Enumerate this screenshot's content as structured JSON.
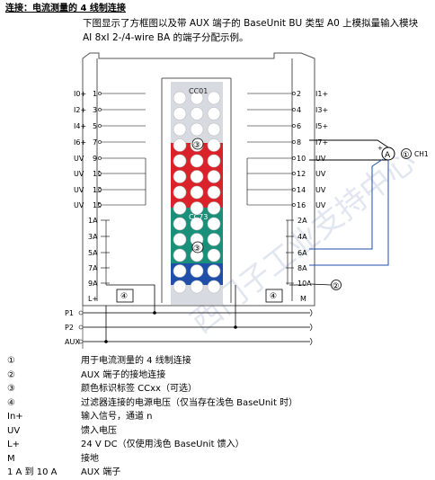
{
  "heading": "连接：电流测量的 4 线制连接",
  "intro": "下图显示了方框图以及带 AUX 端子的 BaseUnit BU 类型 A0 上模拟量输入模块 AI 8xI 2-/4-wire BA 的端子分配示例。",
  "diagram": {
    "left_terminals": [
      {
        "label": "I0+",
        "num": "1"
      },
      {
        "label": "I2+",
        "num": "3"
      },
      {
        "label": "I4+",
        "num": "5"
      },
      {
        "label": "I6+",
        "num": "7"
      },
      {
        "label": "UV",
        "num": "9"
      },
      {
        "label": "UV",
        "num": "11"
      },
      {
        "label": "UV",
        "num": "13"
      },
      {
        "label": "UV",
        "num": "15"
      }
    ],
    "right_terminals": [
      {
        "label": "I1+",
        "num": "2"
      },
      {
        "label": "I3+",
        "num": "4"
      },
      {
        "label": "I5+",
        "num": "6"
      },
      {
        "label": "I7+",
        "num": "8"
      },
      {
        "label": "UV",
        "num": "10"
      },
      {
        "label": "UV",
        "num": "12"
      },
      {
        "label": "UV",
        "num": "14"
      },
      {
        "label": "UV",
        "num": "16"
      }
    ],
    "left_aux": [
      "1A",
      "3A",
      "5A",
      "7A",
      "9A"
    ],
    "right_aux": [
      "2A",
      "4A",
      "6A",
      "8A",
      "10A"
    ],
    "left_lplus": "L+",
    "right_m": "M",
    "rails": [
      "P1",
      "P2",
      "AUX"
    ],
    "color_label_top": "CC01",
    "color_label_bottom": "CC73",
    "marker_3": "③",
    "marker_4": "④",
    "marker_2": "②",
    "marker_1": "①",
    "ammeter": "A",
    "channel": "CH1",
    "watermark": "西门子工业支持中心",
    "colors": {
      "red": "#d9222a",
      "green": "#1a8f79",
      "blue": "#1f4fa8",
      "frame": "#555555",
      "rail": "#333333"
    }
  },
  "legend": [
    {
      "key": "①",
      "desc": "用于电流测量的 4 线制连接"
    },
    {
      "key": "②",
      "desc": "AUX 端子的接地连接"
    },
    {
      "key": "③",
      "desc": "颜色标识标签 CCxx（可选）"
    },
    {
      "key": "④",
      "desc": "过滤器连接的电源电压（仅当存在浅色 BaseUnit 时）"
    },
    {
      "key": "In+",
      "desc": "输入信号，通道 n"
    },
    {
      "key": "UV",
      "desc": "馈入电压"
    },
    {
      "key": "L+",
      "desc": "24 V DC（仅使用浅色 BaseUnit 馈入）"
    },
    {
      "key": "M",
      "desc": "接地"
    },
    {
      "key": "1 A 到 10 A",
      "desc": "AUX 端子"
    }
  ]
}
